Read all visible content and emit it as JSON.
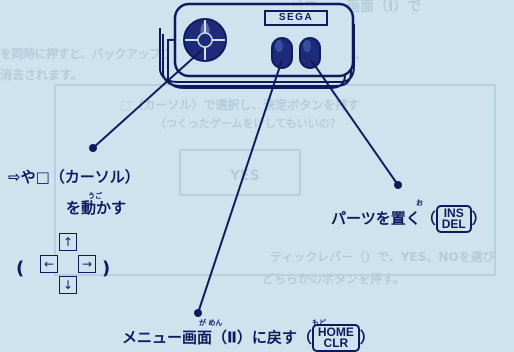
{
  "background_text": {
    "line1": "メニュー画面（Ⅰ）で",
    "line2": "を同時に押すと、バックアップされているパーツのみが消去されます。",
    "line3": "消去されます。",
    "line4": "□（カーソル）で選択し、決定ボタンを押す",
    "line5": "（つくったゲームをけしてもいいの？",
    "yes_label": "YES",
    "line6": "ティックレバー（）で、YES、NOを選び",
    "line7": "どちらかのボタンを押す。"
  },
  "controller": {
    "brand": "SEGA"
  },
  "labels": {
    "cursor_line1": "⇨や□（カーソル）",
    "cursor_ruby": "うご",
    "cursor_line2": "を動かす",
    "place_ruby": "お",
    "place_text": "パーツを置く（",
    "place_close": "）",
    "place_key_top": "INS",
    "place_key_bottom": "DEL",
    "menu_ruby_1": "が めん",
    "menu_ruby_2": "もど",
    "menu_text": "メニュー画面（Ⅱ）に戻す（",
    "menu_close": "）",
    "menu_key_top": "HOME",
    "menu_key_bottom": "CLR"
  },
  "arrow_keys": {
    "open_paren": "(",
    "close_paren": ")",
    "up": "↑",
    "down": "↓",
    "left": "←",
    "right": "→"
  },
  "colors": {
    "background": "#cfe3ef",
    "ink": "#0f1a5c",
    "faded": "#b3ccd9"
  }
}
